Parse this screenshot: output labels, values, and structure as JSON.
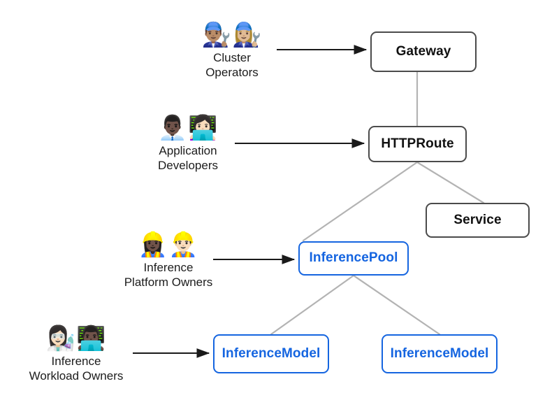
{
  "diagram": {
    "title": "Gateway API Inference Extension resource model and personas",
    "background_color": "#ffffff",
    "colors": {
      "standard_border": "#4b4b4b",
      "standard_text": "#111111",
      "inference_border": "#1565e0",
      "inference_text": "#1565e0",
      "connector_line": "#b3b3b3",
      "arrow_line": "#1a1a1a",
      "persona_text": "#1c1c1c"
    },
    "nodes": [
      {
        "id": "gateway",
        "label": "Gateway",
        "style": "standard"
      },
      {
        "id": "httproute",
        "label": "HTTPRoute",
        "style": "standard"
      },
      {
        "id": "service",
        "label": "Service",
        "style": "standard"
      },
      {
        "id": "pool",
        "label": "InferencePool",
        "style": "inference"
      },
      {
        "id": "model1",
        "label": "InferenceModel",
        "style": "inference"
      },
      {
        "id": "model2",
        "label": "InferenceModel",
        "style": "inference"
      }
    ],
    "personas": [
      {
        "id": "cluster-operators",
        "label": "Cluster\nOperators",
        "emoji": "👨🏽‍🔧👩🏼‍🔧",
        "icon_name": "mechanic-pair-emoji",
        "targets": "gateway"
      },
      {
        "id": "application-developers",
        "label": "Application\nDevelopers",
        "emoji": "👨🏿‍💼👩🏻‍💻",
        "icon_name": "office-worker-technologist-pair-emoji",
        "targets": "httproute"
      },
      {
        "id": "inference-platform-owners",
        "label": "Inference\nPlatform Owners",
        "emoji": "👷🏿‍♀️👷🏻‍♂️",
        "icon_name": "construction-worker-pair-emoji",
        "targets": "pool"
      },
      {
        "id": "inference-workload-owners",
        "label": "Inference\nWorkload Owners",
        "emoji": "👩🏻‍🔬👨🏿‍💻",
        "icon_name": "scientist-technologist-pair-emoji",
        "targets": "model1"
      }
    ],
    "connections": [
      {
        "from": "gateway",
        "to": "httproute",
        "kind": "hierarchy"
      },
      {
        "from": "httproute",
        "to": "service",
        "kind": "hierarchy"
      },
      {
        "from": "httproute",
        "to": "pool",
        "kind": "hierarchy"
      },
      {
        "from": "pool",
        "to": "model1",
        "kind": "hierarchy"
      },
      {
        "from": "pool",
        "to": "model2",
        "kind": "hierarchy"
      }
    ],
    "arrows": [
      {
        "from": "cluster-operators",
        "to": "gateway",
        "kind": "owns"
      },
      {
        "from": "application-developers",
        "to": "httproute",
        "kind": "owns"
      },
      {
        "from": "inference-platform-owners",
        "to": "pool",
        "kind": "owns"
      },
      {
        "from": "inference-workload-owners",
        "to": "model1",
        "kind": "owns"
      }
    ]
  }
}
